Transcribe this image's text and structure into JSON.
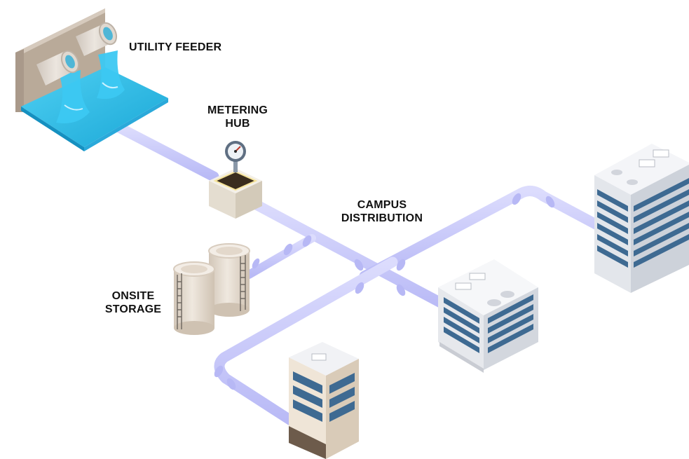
{
  "labels": {
    "utility_feeder": "UTILITY FEEDER",
    "metering_hub": [
      "METERING",
      "HUB"
    ],
    "campus_distribution": [
      "CAMPUS",
      "DISTRIBUTION"
    ],
    "onsite_storage": [
      "ONSITE",
      "STORAGE"
    ]
  },
  "colors": {
    "pipe": "#c7c8fb",
    "pipe_shade": "#a9aaf0",
    "water": "#29bde8",
    "wall": "#c9bbab",
    "tank": "#e7ddd2",
    "box": "#ece6dc",
    "building_window": "#3e6a92",
    "building_wall": "#f0f1f4"
  },
  "icons": [
    "outfall-wall-icon",
    "water-pipe-icon",
    "pressure-gauge-icon",
    "storage-tank-icon",
    "office-building-icon"
  ]
}
